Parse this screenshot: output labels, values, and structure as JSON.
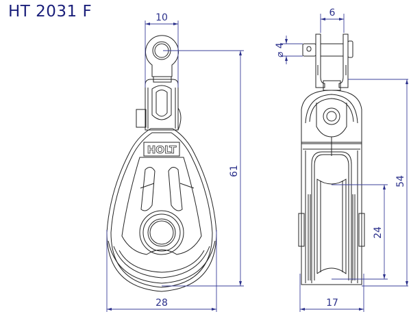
{
  "title": "HT 2031 F",
  "brand_logo": "HOLT",
  "colors": {
    "title": "#1a1f7a",
    "dimension": "#2a2f8a",
    "outline": "#222222",
    "background": "#ffffff"
  },
  "front_view": {
    "dimensions": {
      "eye_width": "10",
      "overall_height": "61",
      "body_width": "28"
    }
  },
  "side_view": {
    "dimensions": {
      "shackle_width": "6",
      "pin_diameter": "⌀ 4",
      "height": "54",
      "sheave_diameter": "24",
      "body_width": "17"
    }
  }
}
